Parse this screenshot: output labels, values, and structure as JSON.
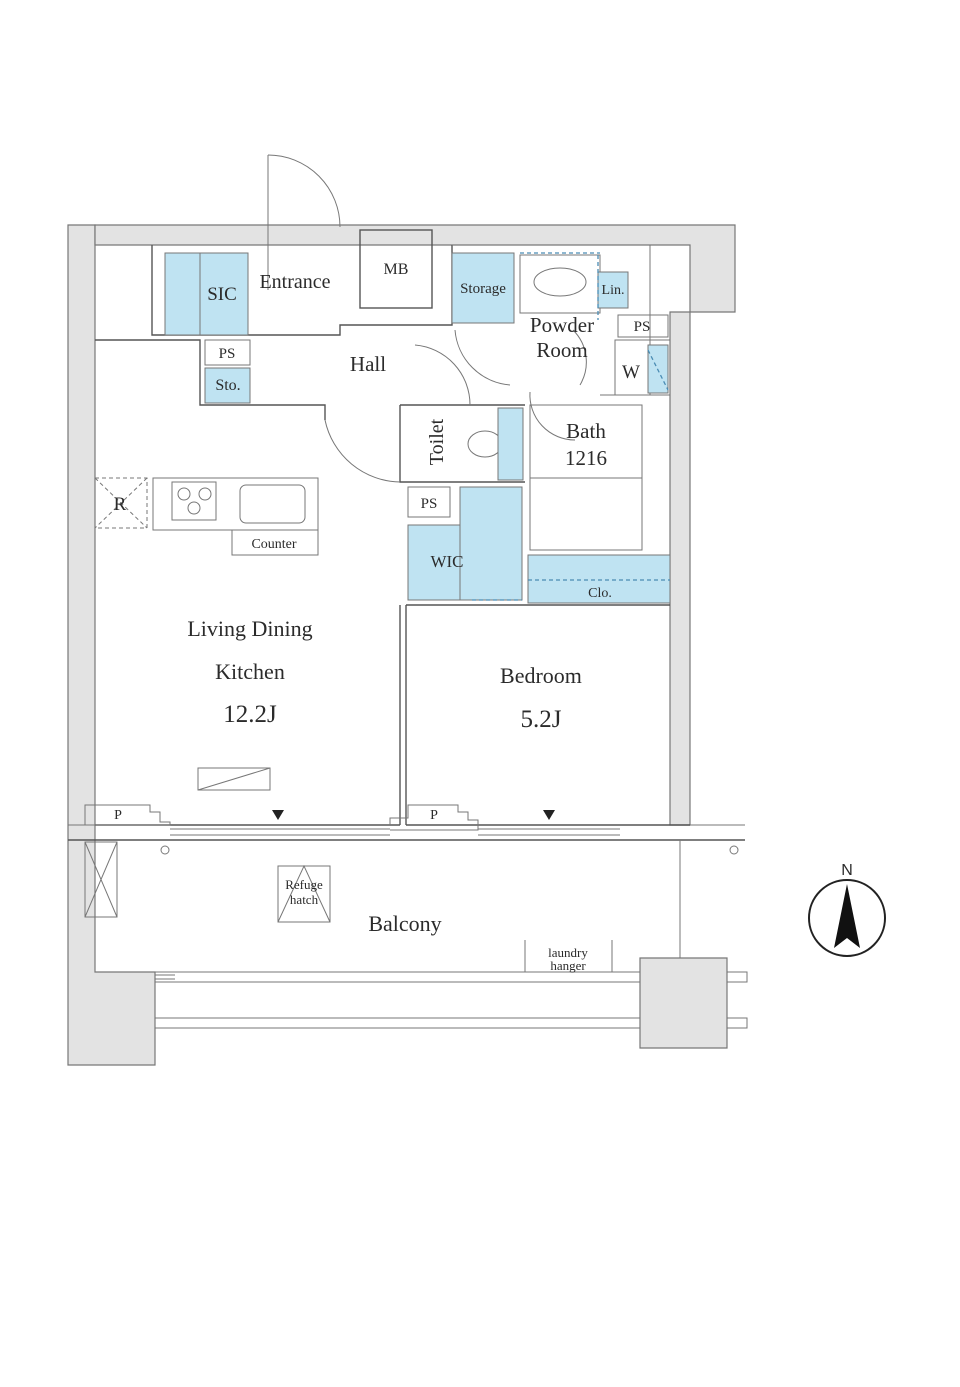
{
  "rooms": {
    "sic": "SIC",
    "entrance": "Entrance",
    "mb": "MB",
    "storage": "Storage",
    "lin": "Lin.",
    "powder_room_1": "Powder",
    "powder_room_2": "Room",
    "ps_top": "PS",
    "ps_left": "PS",
    "ps_mid": "PS",
    "sto": "Sto.",
    "hall": "Hall",
    "w": "W",
    "toilet": "Toilet",
    "bath": "Bath",
    "bath_size": "1216",
    "refrigerator": "R",
    "counter": "Counter",
    "wic": "WIC",
    "clo": "Clo.",
    "ldk_1": "Living Dining",
    "ldk_2": "Kitchen",
    "ldk_size": "12.2J",
    "bedroom": "Bedroom",
    "bedroom_size": "5.2J",
    "p_left": "P",
    "p_right": "P",
    "refuge_hatch_1": "Refuge",
    "refuge_hatch_2": "hatch",
    "balcony": "Balcony",
    "laundry_hanger_1": "laundry",
    "laundry_hanger_2": "hanger"
  },
  "compass": {
    "north": "N"
  },
  "colors": {
    "storage_fill": "#bfe3f2",
    "wall_fill": "#e3e3e3",
    "line": "#555555"
  }
}
